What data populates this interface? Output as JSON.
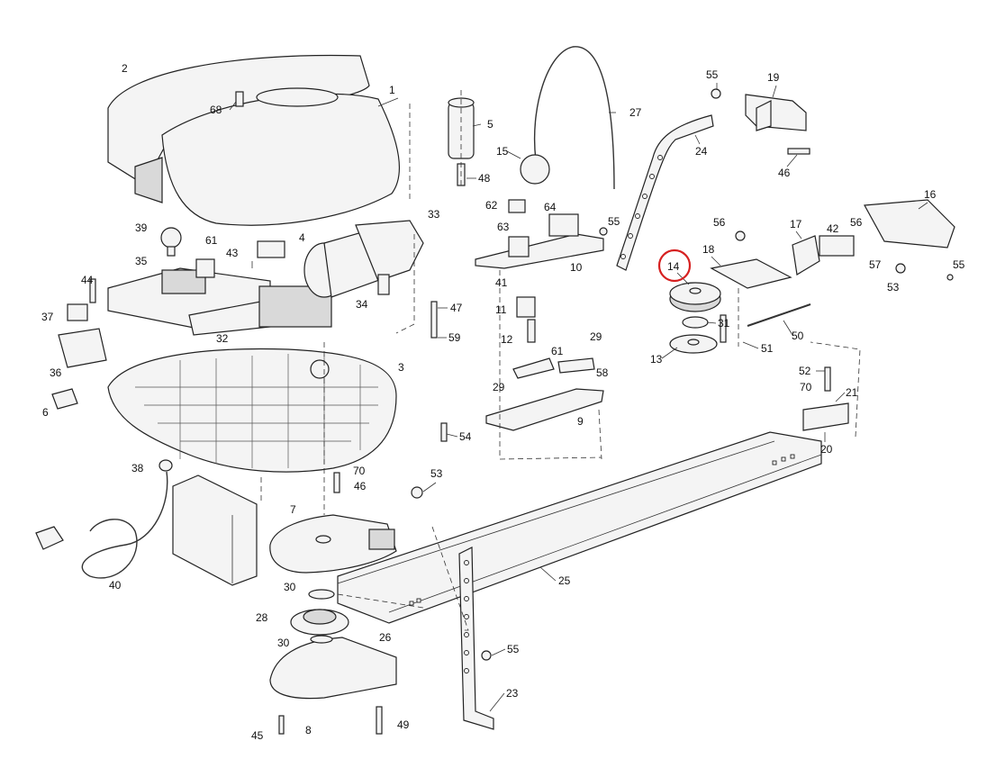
{
  "diagram": {
    "highlight_color": "#d62020",
    "highlighted_part": "14",
    "callouts": [
      "1",
      "2",
      "3",
      "4",
      "5",
      "6",
      "7",
      "8",
      "9",
      "10",
      "11",
      "12",
      "13",
      "14",
      "15",
      "16",
      "17",
      "18",
      "19",
      "20",
      "21",
      "23",
      "24",
      "25",
      "26",
      "27",
      "28",
      "29",
      "29",
      "30",
      "30",
      "31",
      "32",
      "33",
      "34",
      "35",
      "36",
      "37",
      "38",
      "39",
      "40",
      "41",
      "42",
      "43",
      "44",
      "45",
      "46",
      "46",
      "47",
      "48",
      "49",
      "50",
      "51",
      "52",
      "53",
      "53",
      "54",
      "55",
      "55",
      "55",
      "55",
      "56",
      "56",
      "57",
      "58",
      "59",
      "61",
      "61",
      "62",
      "63",
      "64",
      "68",
      "70",
      "70"
    ]
  }
}
